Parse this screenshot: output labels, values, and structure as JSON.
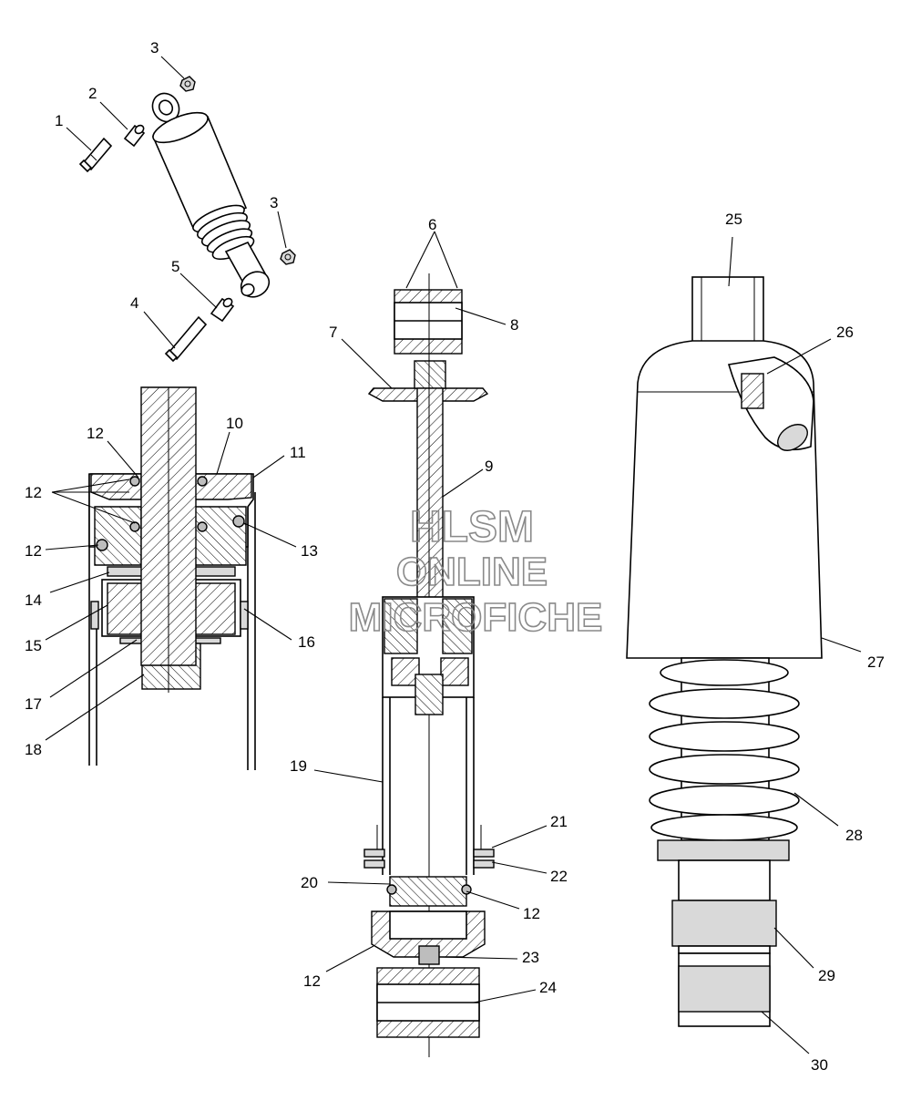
{
  "watermark": {
    "line1": "HLSM",
    "line2": "ONLINE",
    "line3": "MICROFICHE"
  },
  "callouts": [
    "1",
    "2",
    "3",
    "3",
    "4",
    "5",
    "6",
    "7",
    "8",
    "9",
    "10",
    "11",
    "12",
    "12",
    "12",
    "13",
    "14",
    "15",
    "16",
    "17",
    "18",
    "19",
    "20",
    "12",
    "12",
    "21",
    "22",
    "23",
    "24",
    "25",
    "26",
    "27",
    "28",
    "29",
    "30"
  ],
  "colors": {
    "line": "#000000",
    "watermark": "#8a8a8a",
    "shade": "#d9d9d9"
  }
}
